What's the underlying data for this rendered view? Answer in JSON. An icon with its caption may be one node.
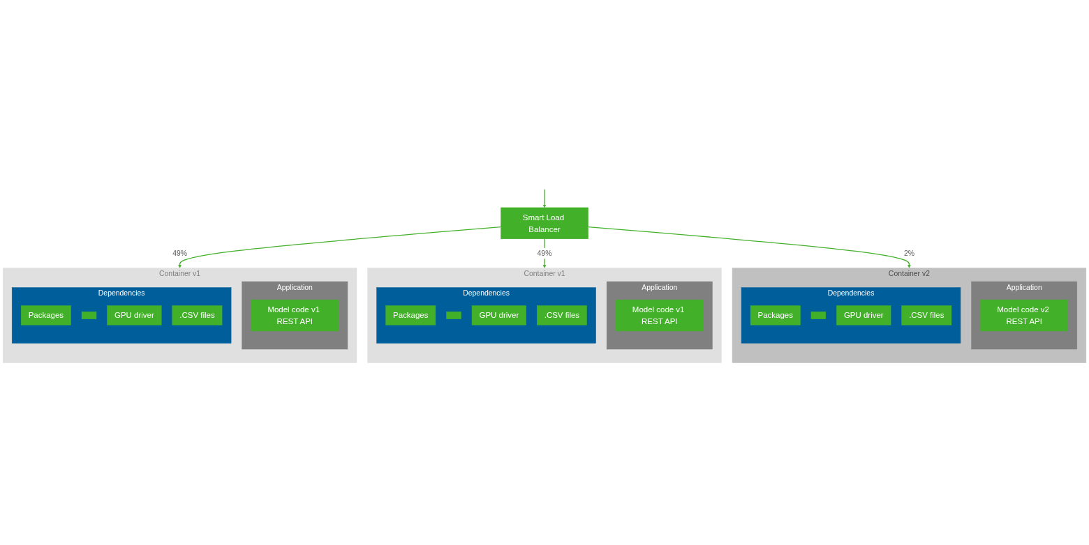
{
  "diagram": {
    "nodes": [
      {
        "text": [
          "Smart Load Balancer"
        ]
      },
      {
        "text": [
          "Container v1"
        ]
      },
      {
        "text": [
          "Application"
        ],
        "in": 1
      },
      {
        "text": [
          "Model code v1 REST API"
        ],
        "in": 2
      },
      {
        "text": [
          "Dependencies"
        ],
        "in": 1
      },
      {
        "text": [
          "Packages"
        ],
        "in": 4
      },
      {
        "text": [],
        "shape": "box",
        "in": 4
      },
      {
        "text": [
          "GPU driver"
        ],
        "in": 4
      },
      {
        "text": [
          ".CSV files"
        ],
        "in": 4
      },
      {
        "text": [
          "Container v1"
        ]
      },
      {
        "text": [
          "Application"
        ],
        "in": 9
      },
      {
        "text": [
          "Model code v1 REST API"
        ],
        "in": 10
      },
      {
        "text": [
          "Dependencies"
        ],
        "in": 9
      },
      {
        "text": [
          "Packages"
        ],
        "in": 12
      },
      {
        "text": [],
        "shape": "box",
        "in": 12
      },
      {
        "text": [
          "GPU driver"
        ],
        "in": 12
      },
      {
        "text": [
          ".CSV files"
        ],
        "in": 12
      },
      {
        "text": [
          "Container v2"
        ]
      },
      {
        "text": [
          "Application"
        ],
        "in": 17
      },
      {
        "text": [
          "Model code v2 REST API"
        ],
        "in": 18
      },
      {
        "text": [
          "Dependencies"
        ],
        "in": 17
      },
      {
        "text": [
          "Packages"
        ],
        "in": 20
      },
      {
        "text": [],
        "shape": "box",
        "in": 20
      },
      {
        "text": [
          "GPU driver"
        ],
        "in": 20
      },
      {
        "text": [
          ".CSV files"
        ],
        "in": 20
      }
    ],
    "edges": [
      {
        "from": null,
        "to": 0,
        "arrow": "to"
      },
      {
        "from": 0,
        "to": 1,
        "arrow": "to",
        "label": "49%"
      },
      {
        "from": 0,
        "to": 9,
        "arrow": "to",
        "label": "49%"
      },
      {
        "from": 0,
        "to": 17,
        "arrow": "to",
        "label": "2%"
      }
    ]
  }
}
